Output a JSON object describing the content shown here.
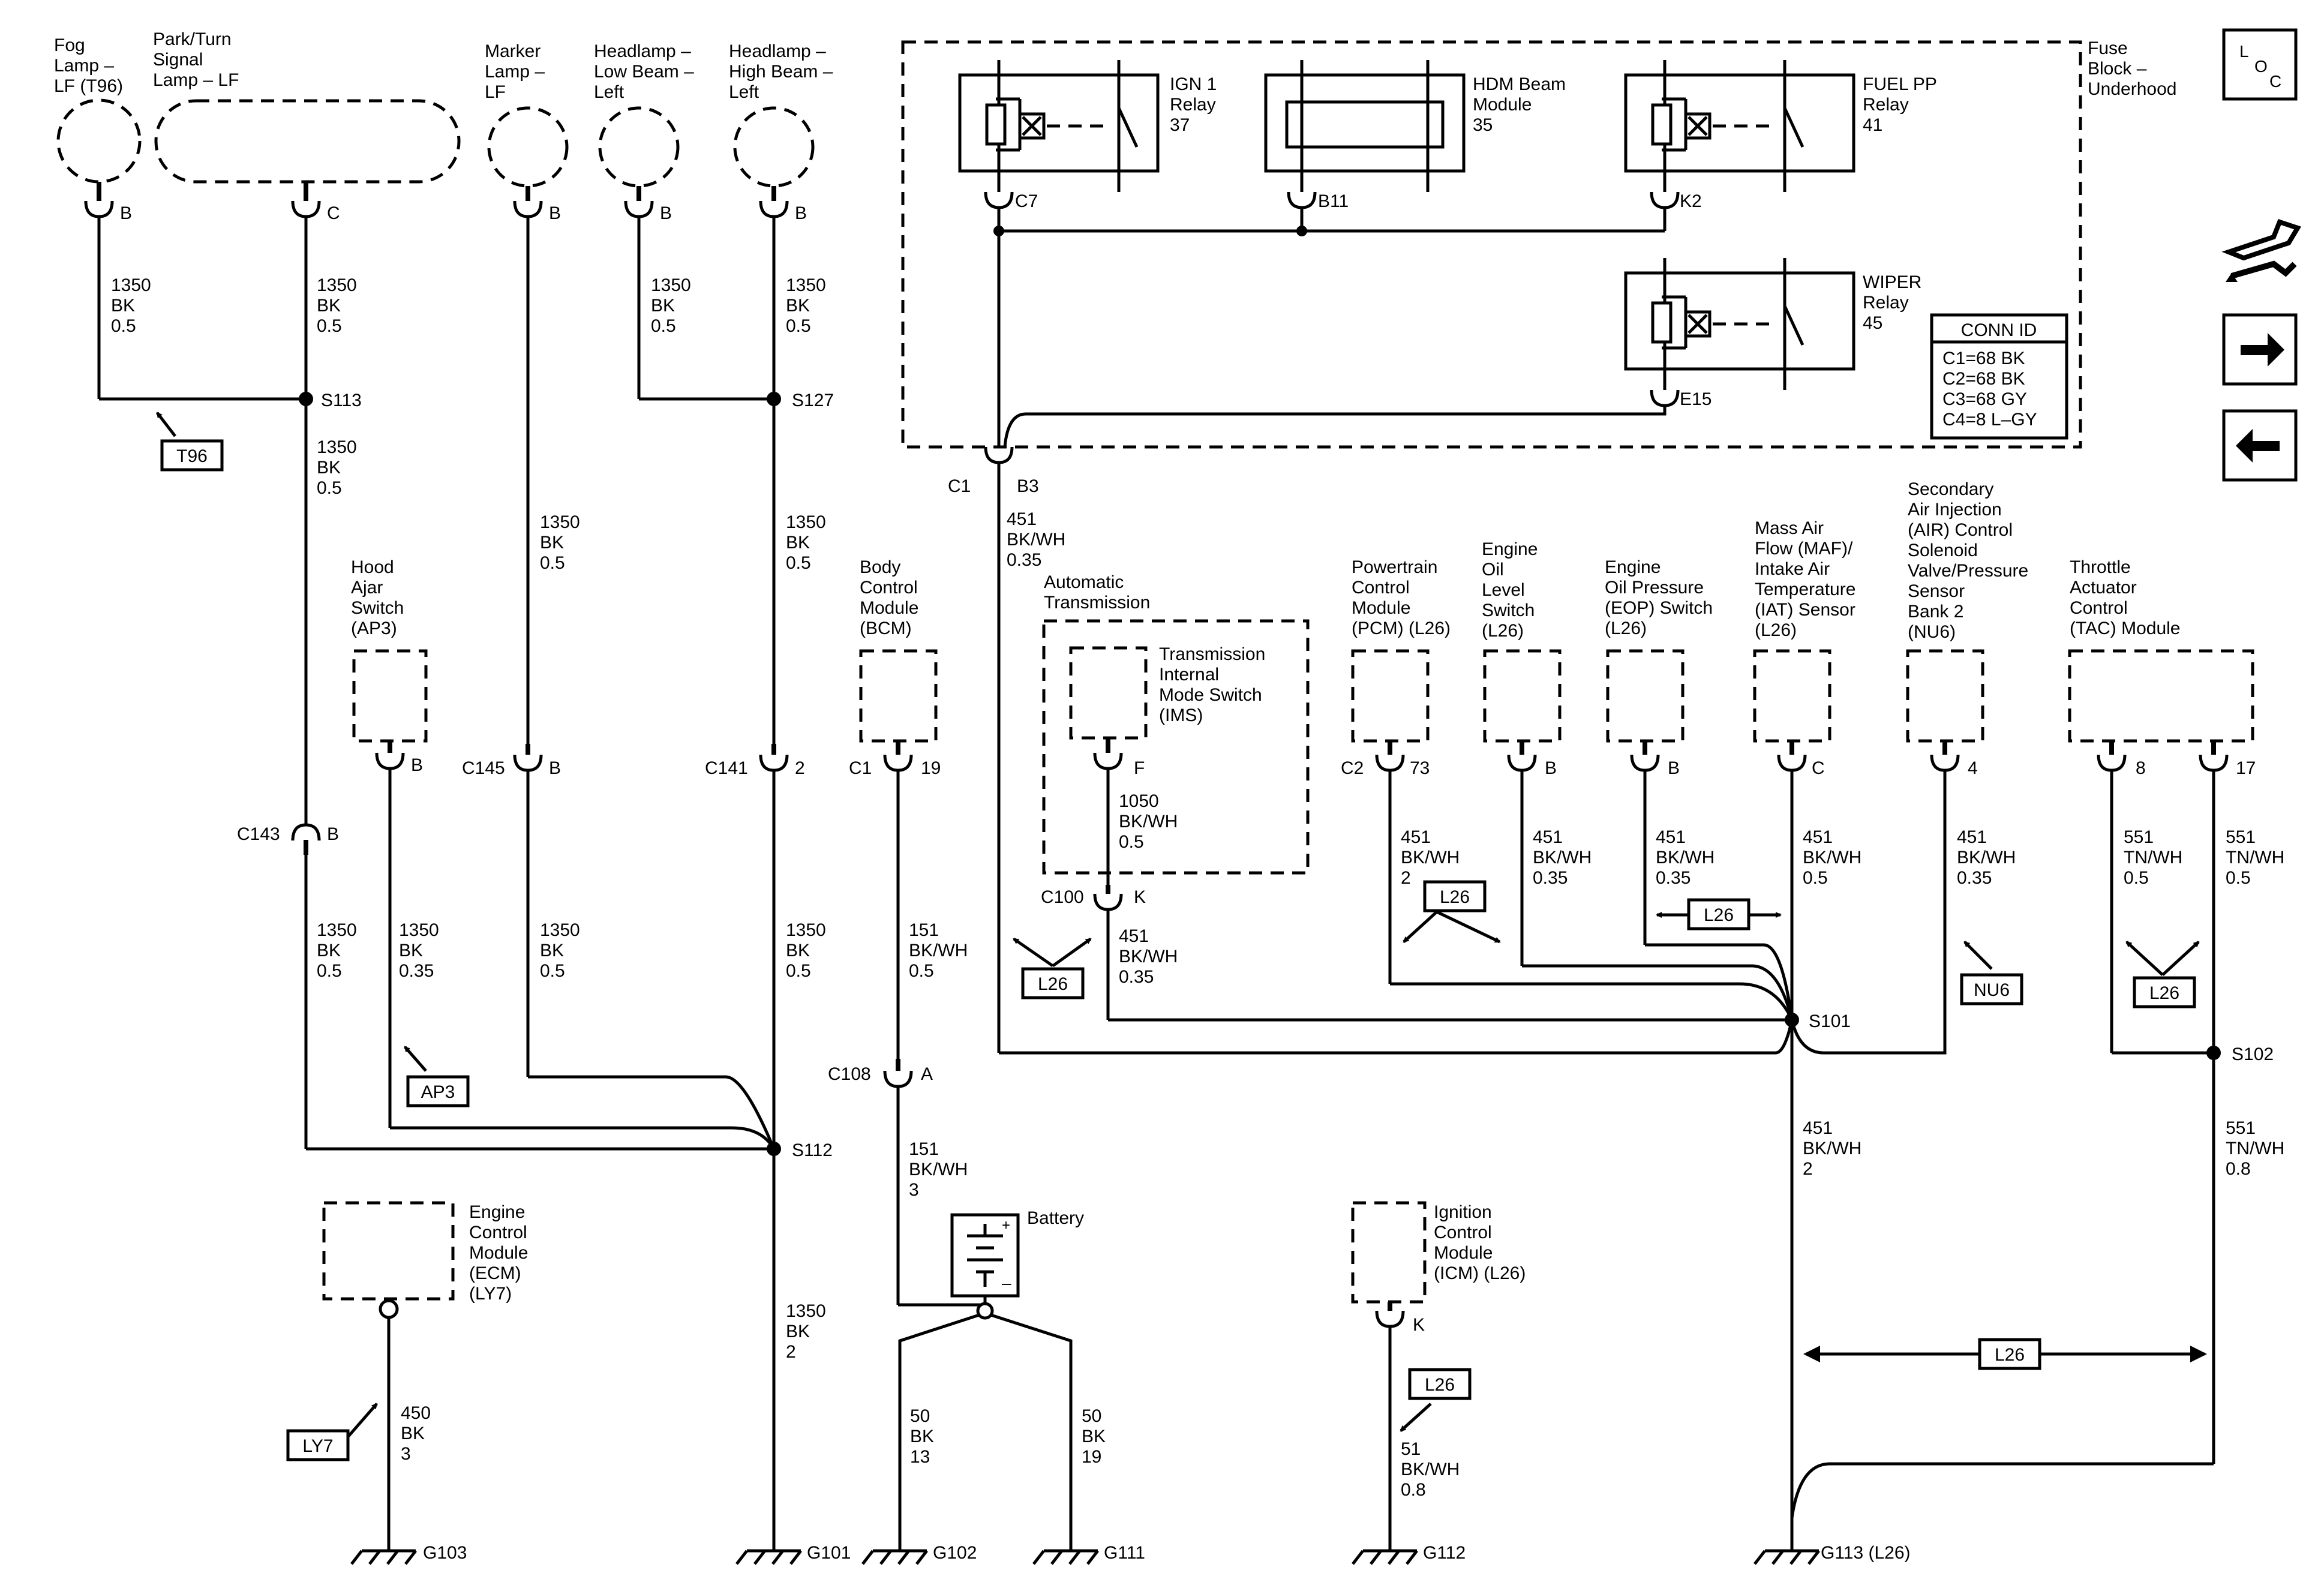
{
  "components": {
    "fog_lamp": [
      "Fog",
      "Lamp –",
      "LF (T96)"
    ],
    "park_turn": [
      "Park/Turn",
      "Signal",
      "Lamp – LF"
    ],
    "marker": [
      "Marker",
      "Lamp –",
      "LF"
    ],
    "low_beam": [
      "Headlamp –",
      "Low Beam –",
      "Left"
    ],
    "high_beam": [
      "Headlamp –",
      "High Beam –",
      "Left"
    ],
    "hood_ajar": [
      "Hood",
      "Ajar",
      "Switch",
      "(AP3)"
    ],
    "bcm": [
      "Body",
      "Control",
      "Module",
      "(BCM)"
    ],
    "auto_trans": [
      "Automatic",
      "Transmission"
    ],
    "ims": [
      "Transmission",
      "Internal",
      "Mode Switch",
      "(IMS)"
    ],
    "pcm": [
      "Powertrain",
      "Control",
      "Module",
      "(PCM) (L26)"
    ],
    "oil_level": [
      "Engine",
      "Oil",
      "Level",
      "Switch",
      "(L26)"
    ],
    "eop": [
      "Engine",
      "Oil Pressure",
      "(EOP) Switch",
      "(L26)"
    ],
    "maf": [
      "Mass Air",
      "Flow (MAF)/",
      "Intake Air",
      "Temperature",
      "(IAT) Sensor",
      "(L26)"
    ],
    "air": [
      "Secondary",
      "Air Injection",
      "(AIR) Control",
      "Solenoid",
      "Valve/Pressure",
      "Sensor",
      "Bank 2",
      "(NU6)"
    ],
    "tac": [
      "Throttle",
      "Actuator",
      "Control",
      "(TAC) Module"
    ],
    "ecm": [
      "Engine",
      "Control",
      "Module",
      "(ECM)",
      "(LY7)"
    ],
    "icm": [
      "Ignition",
      "Control",
      "Module",
      "(ICM) (L26)"
    ],
    "battery": "Battery",
    "fuse_block": [
      "Fuse",
      "Block –",
      "Underhood"
    ],
    "ign1_relay": [
      "IGN 1",
      "Relay",
      "37"
    ],
    "hdm": [
      "HDM Beam",
      "Module",
      "35"
    ],
    "fuel_relay": [
      "FUEL PP",
      "Relay",
      "41"
    ],
    "wiper_relay": [
      "WIPER",
      "Relay",
      "45"
    ]
  },
  "conn_id": {
    "title": "CONN ID",
    "rows": [
      "C1=68 BK",
      "C2=68 BK",
      "C3=68 GY",
      "C4=8 L–GY"
    ]
  },
  "pins": {
    "fog": "B",
    "park": "C",
    "marker": "B",
    "low": "B",
    "high": "B",
    "c7": "C7",
    "b11": "B11",
    "k2": "K2",
    "e15": "E15",
    "c1": "C1",
    "b3": "B3",
    "hood": "B",
    "c145": "C145",
    "c145_pin": "B",
    "c141": "C141",
    "c141_pin": "2",
    "bcm_conn": "C1",
    "bcm_pin": "19",
    "ims_pin": "F",
    "c100": "C100",
    "c100_pin": "K",
    "c143": "C143",
    "c143_pin": "B",
    "c108": "C108",
    "c108_pin": "A",
    "pcm_conn": "C2",
    "pcm_pin": "73",
    "oil_pin": "B",
    "eop_pin": "B",
    "maf_pin": "C",
    "air_pin": "4",
    "tac_pin1": "8",
    "tac_pin2": "17",
    "icm_pin": "K"
  },
  "wires": {
    "fog": [
      "1350",
      "BK",
      "0.5"
    ],
    "park": [
      "1350",
      "BK",
      "0.5"
    ],
    "s113_down": [
      "1350",
      "BK",
      "0.5"
    ],
    "low": [
      "1350",
      "BK",
      "0.5"
    ],
    "high": [
      "1350",
      "BK",
      "0.5"
    ],
    "marker": [
      "1350",
      "BK",
      "0.5"
    ],
    "s127_down": [
      "1350",
      "BK",
      "0.5"
    ],
    "b3": [
      "451",
      "BK/WH",
      "0.35"
    ],
    "ims": [
      "1050",
      "BK/WH",
      "0.5"
    ],
    "c100": [
      "451",
      "BK/WH",
      "0.35"
    ],
    "c143_down": [
      "1350",
      "BK",
      "0.5"
    ],
    "hood": [
      "1350",
      "BK",
      "0.35"
    ],
    "c145_down": [
      "1350",
      "BK",
      "0.5"
    ],
    "c141_down": [
      "1350",
      "BK",
      "0.5"
    ],
    "bcm": [
      "151",
      "BK/WH",
      "0.5"
    ],
    "c108_down": [
      "151",
      "BK/WH",
      "3"
    ],
    "pcm": [
      "451",
      "BK/WH",
      "2"
    ],
    "oil": [
      "451",
      "BK/WH",
      "0.35"
    ],
    "eop": [
      "451",
      "BK/WH",
      "0.35"
    ],
    "maf": [
      "451",
      "BK/WH",
      "0.5"
    ],
    "air": [
      "451",
      "BK/WH",
      "0.35"
    ],
    "tac8": [
      "551",
      "TN/WH",
      "0.5"
    ],
    "tac17": [
      "551",
      "TN/WH",
      "0.5"
    ],
    "s101_down": [
      "451",
      "BK/WH",
      "2"
    ],
    "s102_down": [
      "551",
      "TN/WH",
      "0.8"
    ],
    "s112_down": [
      "1350",
      "BK",
      "2"
    ],
    "g102": [
      "50",
      "BK",
      "13"
    ],
    "g111": [
      "50",
      "BK",
      "19"
    ],
    "ecm": [
      "450",
      "BK",
      "3"
    ],
    "icm": [
      "51",
      "BK/WH",
      "0.8"
    ]
  },
  "splices": {
    "s113": "S113",
    "s127": "S127",
    "s112": "S112",
    "s101": "S101",
    "s102": "S102"
  },
  "grounds": {
    "g103": "G103",
    "g101": "G101",
    "g102": "G102",
    "g111": "G111",
    "g112": "G112",
    "g113": "G113 (L26)"
  },
  "option_tags": {
    "t96": "T96",
    "ap3": "AP3",
    "ly7": "LY7",
    "l26_trans": "L26",
    "l26_pcm": "L26",
    "l26_eop": "L26",
    "nu6": "NU6",
    "l26_tac": "L26",
    "l26_icm": "L26",
    "l26_bottom": "L26"
  },
  "side_buttons": {
    "loc": [
      "L",
      "O",
      "C"
    ],
    "tools_icon": "wrench-icon",
    "next_icon": "arrow-right-icon",
    "prev_icon": "arrow-left-icon"
  }
}
